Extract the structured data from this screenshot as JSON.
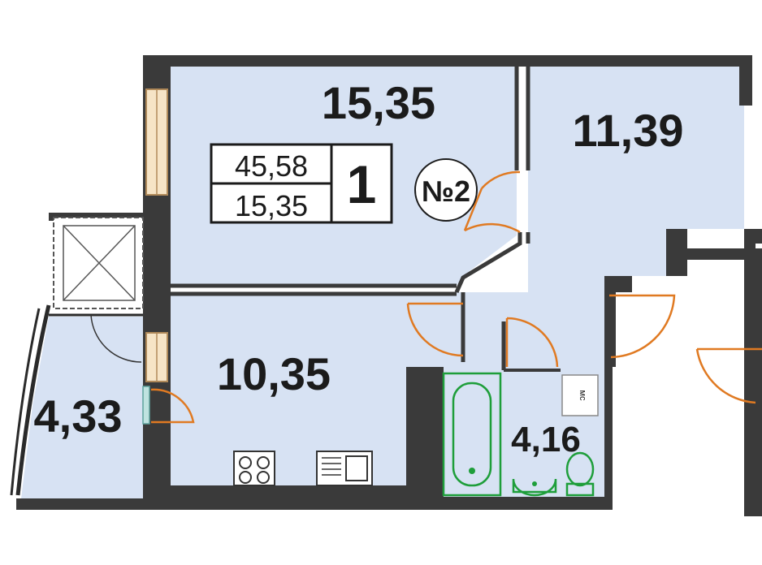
{
  "rooms": {
    "living_room": {
      "area": "15,35"
    },
    "bedroom": {
      "area": "11,39"
    },
    "kitchen": {
      "area": "10,35"
    },
    "balcony": {
      "area": "4,33"
    },
    "bathroom": {
      "area": "4,16"
    }
  },
  "summary_box": {
    "total_area": "45,58",
    "living_area": "15,35",
    "room_count": "1"
  },
  "apartment_badge": {
    "label": "№2"
  },
  "toilet_box": {
    "label": "мс"
  },
  "colors": {
    "room_fill": "#d7e2f3",
    "wall": "#3a3a3a",
    "door_arc": "#e07a22",
    "bath_fixture": "#1e9e3a",
    "window": "#f6e4c6"
  },
  "icons": [
    "stove-icon",
    "sink-icon",
    "bathtub-icon",
    "washbasin-icon",
    "toilet-icon",
    "shaft-icon"
  ]
}
